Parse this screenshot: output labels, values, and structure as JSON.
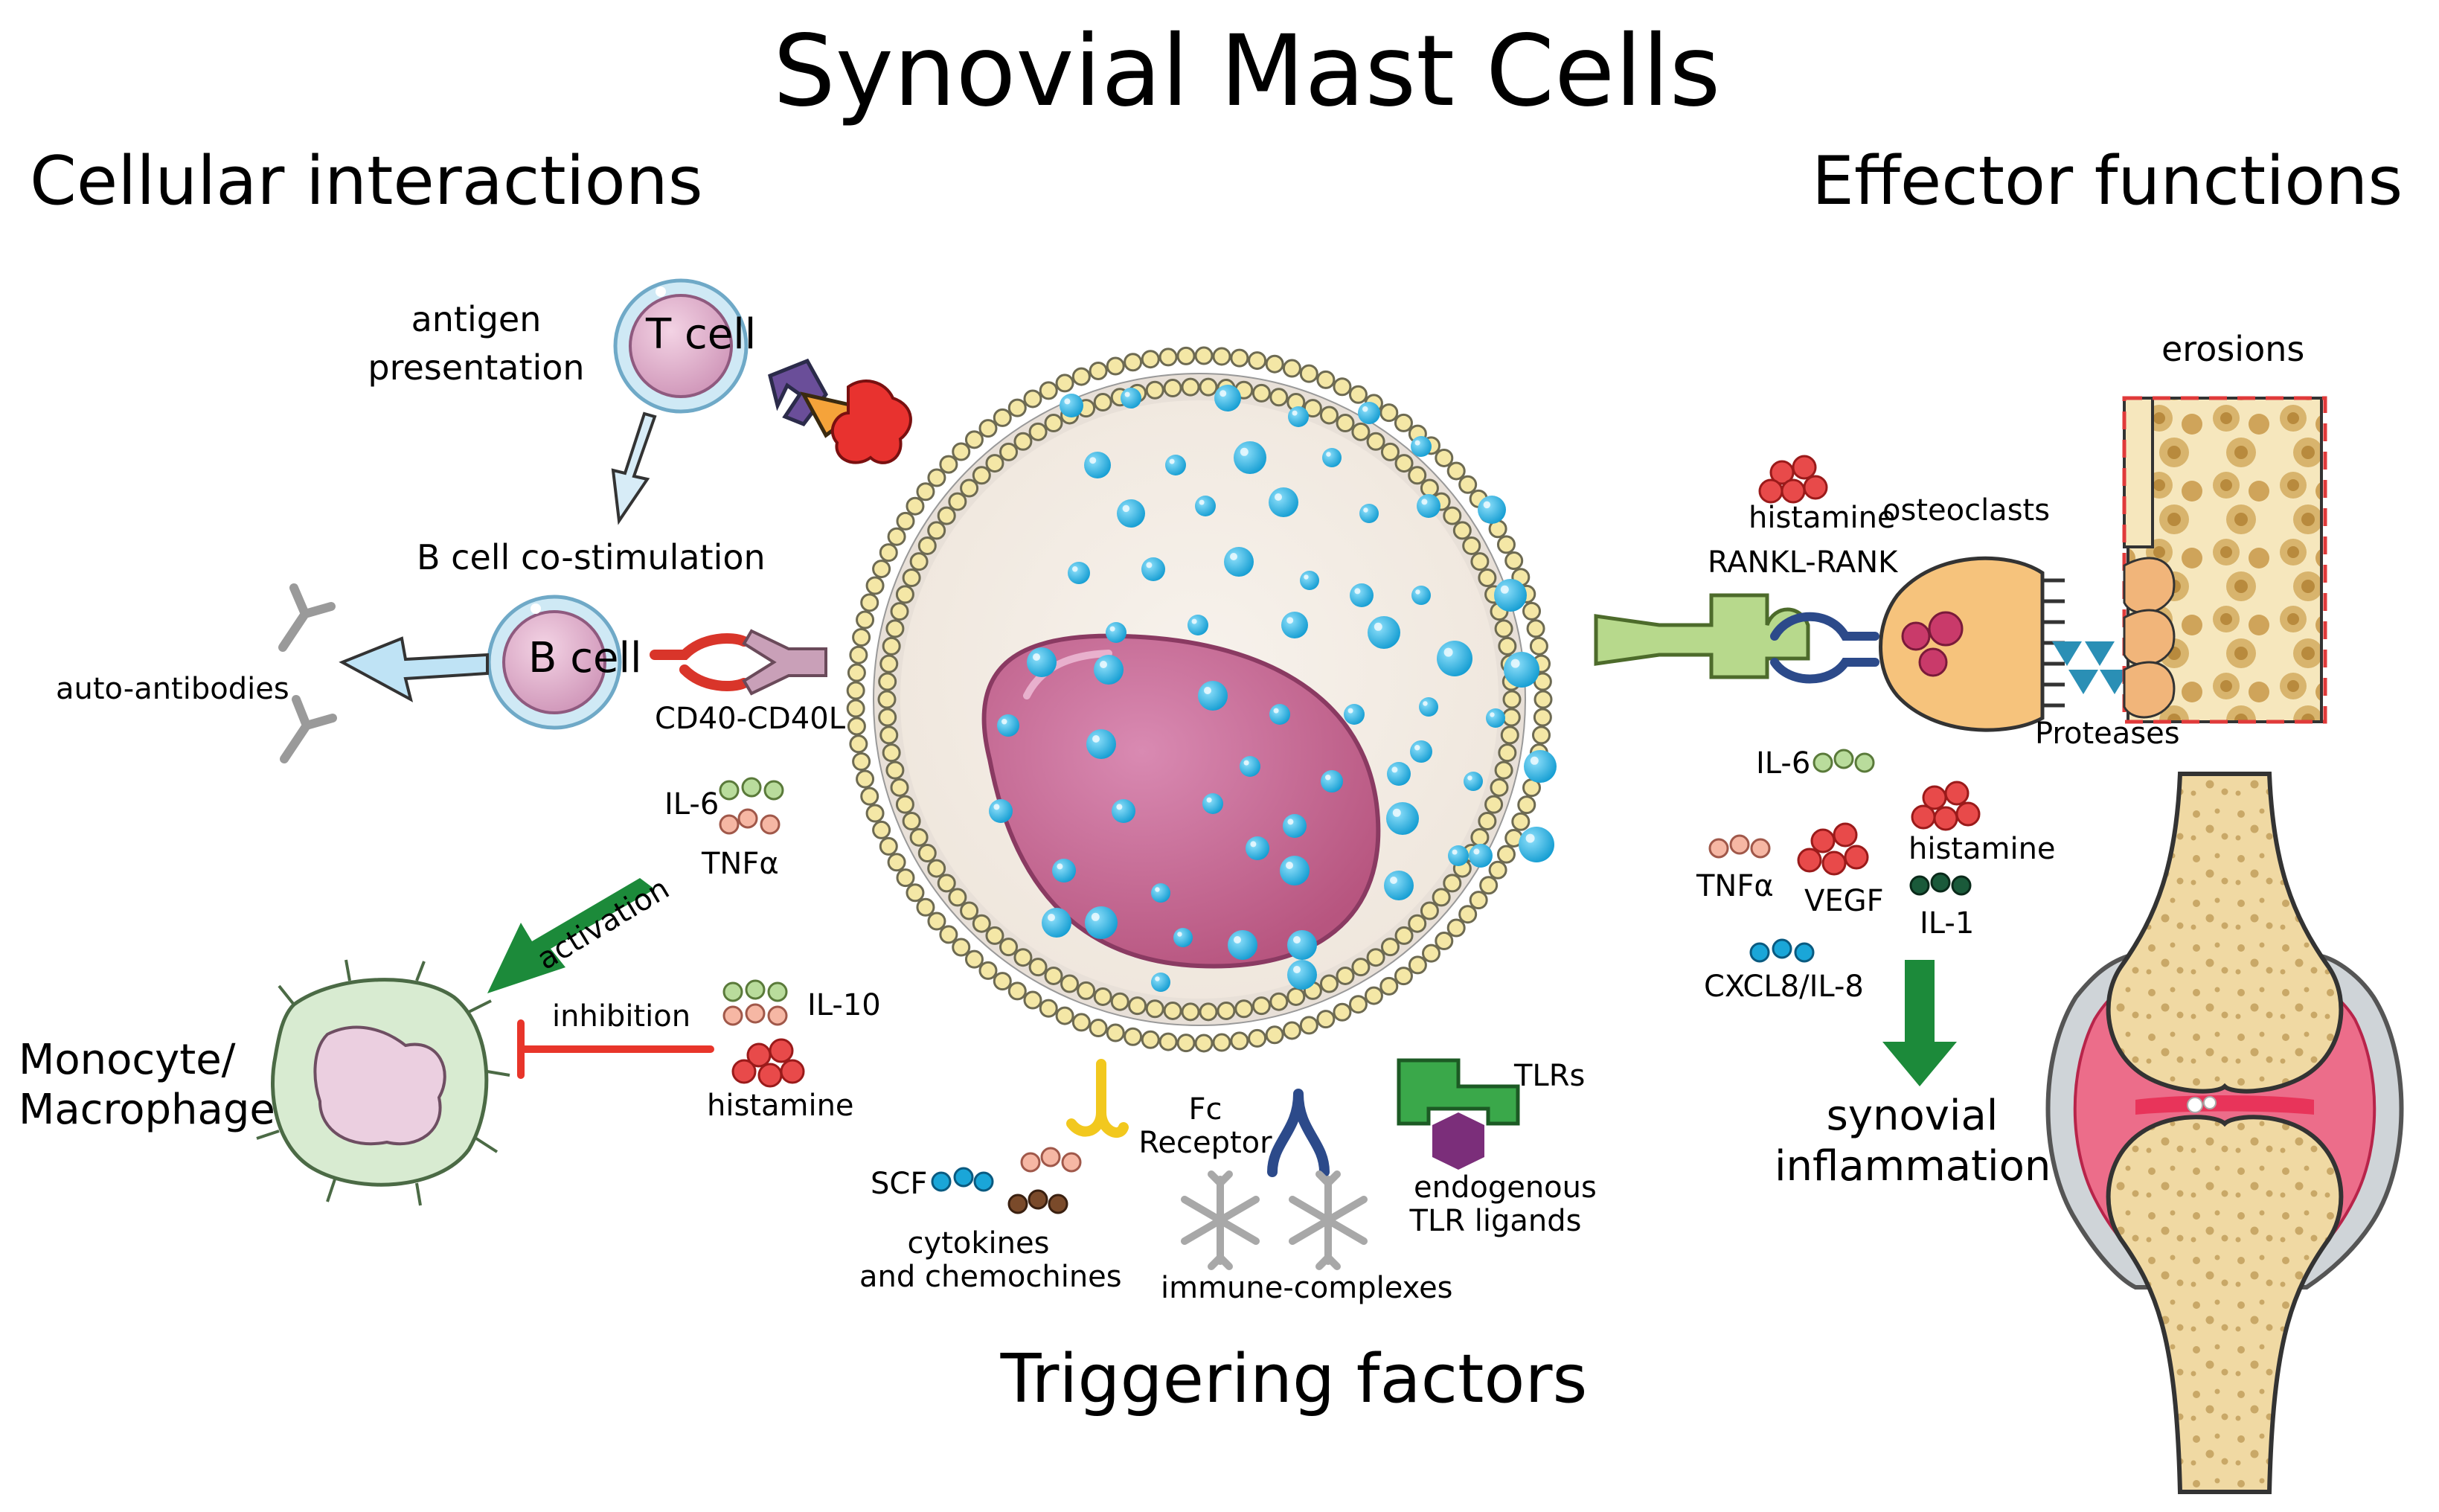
{
  "title": "Synovial Mast Cells",
  "sections": {
    "left": "Cellular interactions",
    "right": "Effector functions",
    "bottom": "Triggering factors"
  },
  "cells": {
    "t_cell": "T cell",
    "b_cell": "B cell",
    "monocyte": [
      "Monocyte/",
      "Macrophage"
    ]
  },
  "left_labels": {
    "antigen": [
      "antigen",
      "presentation"
    ],
    "b_costim": "B cell co-stimulation",
    "auto_antibodies": "auto-antibodies",
    "cd40": "CD40-CD40L",
    "il6": "IL-6",
    "tnfa": "TNFα",
    "activation": "activation",
    "inhibition": "inhibition",
    "il10": "IL-10",
    "histamine": "histamine"
  },
  "bottom_labels": {
    "scf": "SCF",
    "cytokines": [
      "cytokines",
      "and chemochines"
    ],
    "fc": [
      "Fc",
      "Receptor"
    ],
    "immune": "immune-complexes",
    "tlrs": "TLRs",
    "tlr_ligands": [
      "endogenous",
      "TLR ligands"
    ]
  },
  "right_labels": {
    "histamine_top": "histamine",
    "osteoclasts": "osteoclasts",
    "rankl": "RANKL-RANK",
    "erosions": "erosions",
    "proteases": "Proteases",
    "il6": "IL-6",
    "tnfa": "TNFα",
    "vegf": "VEGF",
    "histamine": "histamine",
    "il1": "IL-1",
    "cxcl8": "CXCL8/IL-8",
    "synovial": [
      "synovial",
      "inflammation"
    ]
  },
  "colors": {
    "granule": "#1aa6d8",
    "nucleus": "#c8679a",
    "membrane": "#f3e3a0",
    "t_cell": "#e6b7d2",
    "activation_arrow": "#1c8a3a",
    "inhibition_line": "#e8352a",
    "osteoclast": "#f6c37c",
    "bone": "#f1dca6",
    "synovium": "#e6345a"
  }
}
